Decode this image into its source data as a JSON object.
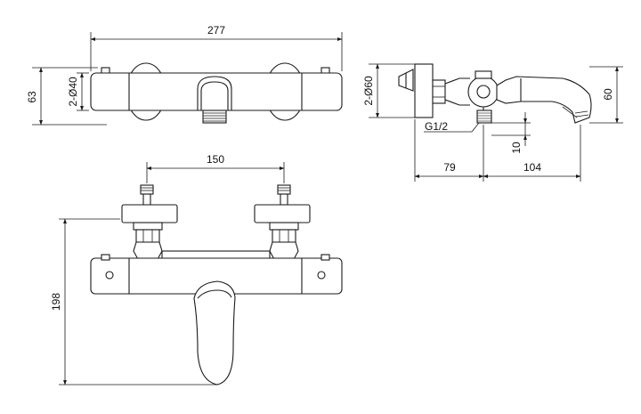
{
  "dimensions": {
    "front_width": "277",
    "front_height": "63",
    "connector_diameter": "2-Ø40",
    "side_diameter": "2-Ø60",
    "side_height": "60",
    "thread": "G1/2",
    "thread_offset": "10",
    "side_depth_back": "79",
    "side_depth_spout": "104",
    "bottom_centers": "150",
    "bottom_height": "198"
  }
}
